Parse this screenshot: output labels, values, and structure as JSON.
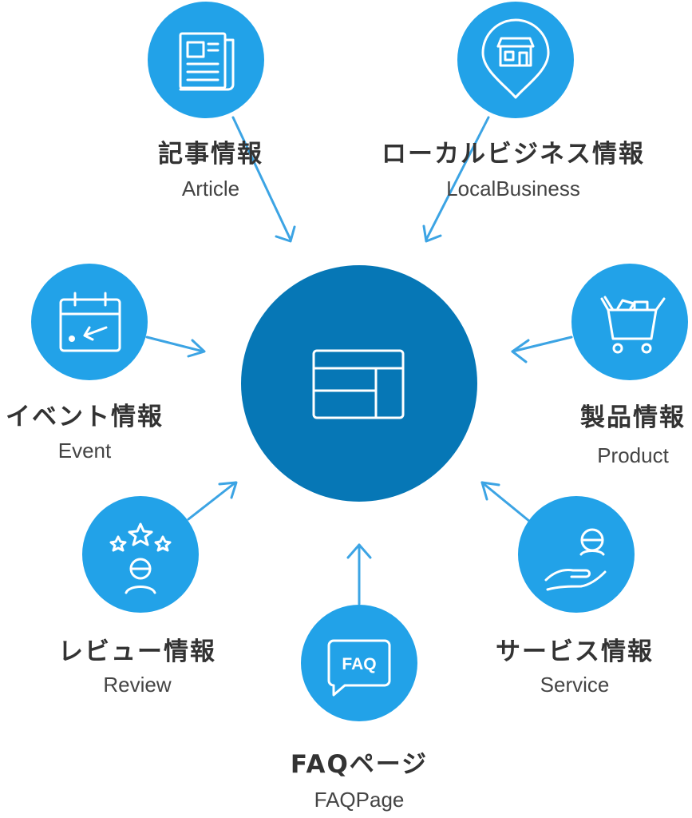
{
  "diagram": {
    "colors": {
      "node": "#22a2e8",
      "hub": "#0677b6",
      "arrow": "#3ca4e4",
      "text_primary": "#333333",
      "text_secondary": "#444444"
    },
    "hub": {
      "icon": "webpage-layout-icon"
    },
    "nodes": [
      {
        "id": "article",
        "label_ja": "記事情報",
        "label_en": "Article",
        "icon": "newspaper-icon"
      },
      {
        "id": "localbusiness",
        "label_ja": "ローカルビジネス情報",
        "label_en": "LocalBusiness",
        "icon": "store-location-pin-icon"
      },
      {
        "id": "event",
        "label_ja": "イベント情報",
        "label_en": "Event",
        "icon": "calendar-icon"
      },
      {
        "id": "product",
        "label_ja": "製品情報",
        "label_en": "Product",
        "icon": "shopping-cart-icon"
      },
      {
        "id": "review",
        "label_ja": "レビュー情報",
        "label_en": "Review",
        "icon": "stars-person-icon"
      },
      {
        "id": "faqpage",
        "label_ja": "FAQページ",
        "label_en": "FAQPage",
        "icon": "faq-speech-bubble-icon",
        "icon_text": "FAQ"
      },
      {
        "id": "service",
        "label_ja": "サービス情報",
        "label_en": "Service",
        "icon": "hand-service-icon"
      }
    ]
  }
}
